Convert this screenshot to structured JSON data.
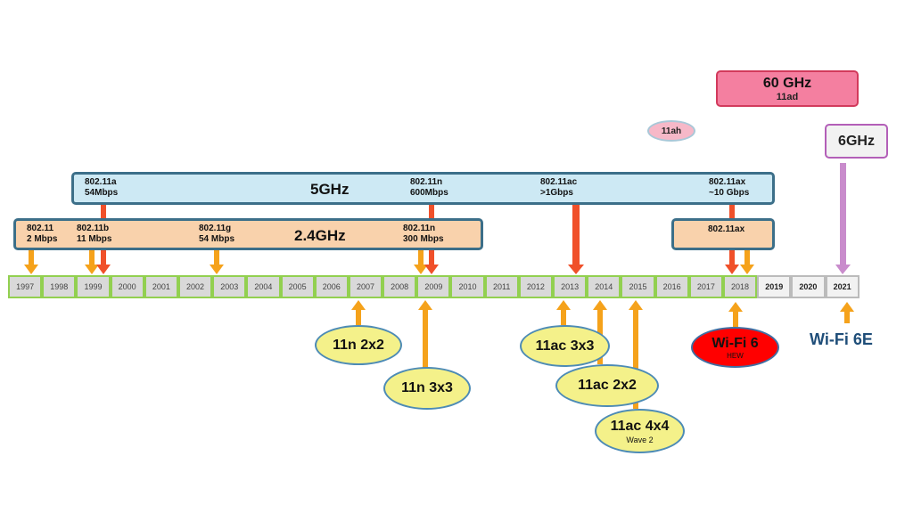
{
  "bands": {
    "ghz5": {
      "label": "5GHz"
    },
    "ghz24": {
      "label": "2.4GHz"
    },
    "ax_box": {
      "label": "802.11ax"
    }
  },
  "standards_5ghz": [
    {
      "name": "802.11a",
      "rate": "54Mbps"
    },
    {
      "name": "802.11n",
      "rate": "600Mbps"
    },
    {
      "name": "802.11ac",
      "rate": ">1Gbps"
    },
    {
      "name": "802.11ax",
      "rate": "~10 Gbps"
    }
  ],
  "standards_24ghz": [
    {
      "name": "802.11",
      "rate": "2 Mbps"
    },
    {
      "name": "802.11b",
      "rate": "11 Mbps"
    },
    {
      "name": "802.11g",
      "rate": "54 Mbps"
    },
    {
      "name": "802.11n",
      "rate": "300 Mbps"
    }
  ],
  "years": [
    "1997",
    "1998",
    "1999",
    "2000",
    "2001",
    "2002",
    "2003",
    "2004",
    "2005",
    "2006",
    "2007",
    "2008",
    "2009",
    "2010",
    "2011",
    "2012",
    "2013",
    "2014",
    "2015",
    "2016",
    "2017",
    "2018",
    "2019",
    "2020",
    "2021"
  ],
  "ghz60": {
    "title": "60 GHz",
    "sub": "11ad"
  },
  "ah": {
    "label": "11ah"
  },
  "ghz6": {
    "label": "6GHz"
  },
  "ovals": [
    {
      "label": "11n 2x2",
      "sub": ""
    },
    {
      "label": "11n 3x3",
      "sub": ""
    },
    {
      "label": "11ac 3x3",
      "sub": ""
    },
    {
      "label": "11ac 2x2",
      "sub": ""
    },
    {
      "label": "11ac 4x4",
      "sub": "Wave 2"
    }
  ],
  "wifi6": {
    "label": "Wi-Fi 6",
    "sub": "HEW"
  },
  "wifi6e": {
    "label": "Wi-Fi 6E"
  },
  "colors": {
    "orange_arrow": "#f5a21b",
    "red_arrow": "#f0502a",
    "purple_arrow": "#c98ccc",
    "band5_fill": "#cde9f4",
    "band24_fill": "#f9d2ac",
    "band_border": "#3c6f89",
    "oval_fill": "#f4f18a",
    "wifi6_fill": "#ff0000",
    "wifi6e_text": "#1f4e79",
    "ghz60_fill": "#f47fa0"
  }
}
